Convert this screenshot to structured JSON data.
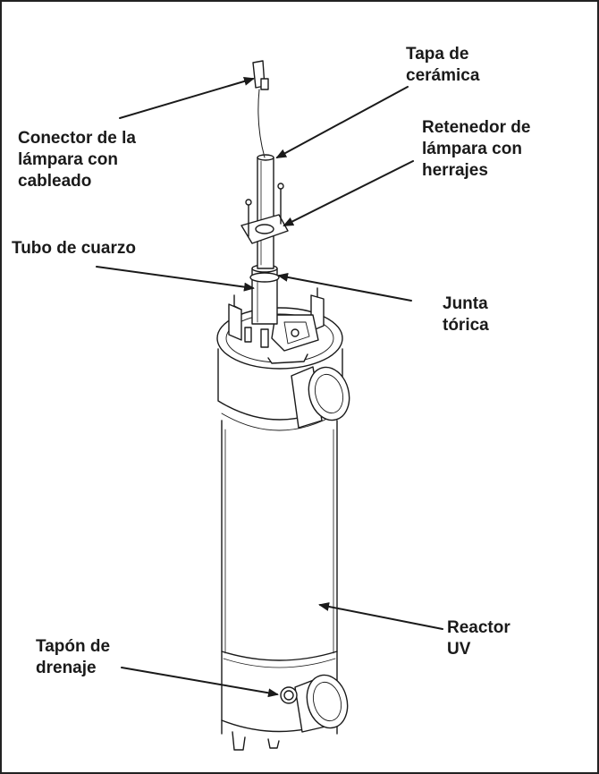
{
  "labels": {
    "ceramic_cap": [
      "Tapa de",
      "cerámica"
    ],
    "lamp_connector": [
      "Conector de la",
      "lámpara con",
      "cableado"
    ],
    "lamp_retainer": [
      "Retenedor de",
      "lámpara con",
      "herrajes"
    ],
    "quartz_tube": [
      "Tubo de cuarzo"
    ],
    "o_ring": [
      "Junta",
      "tórica"
    ],
    "uv_reactor": [
      "Reactor",
      "UV"
    ],
    "drain_plug": [
      "Tapón de",
      "drenaje"
    ]
  },
  "colors": {
    "line": "#1a1a1a",
    "frame": "#222222",
    "background": "#ffffff"
  }
}
